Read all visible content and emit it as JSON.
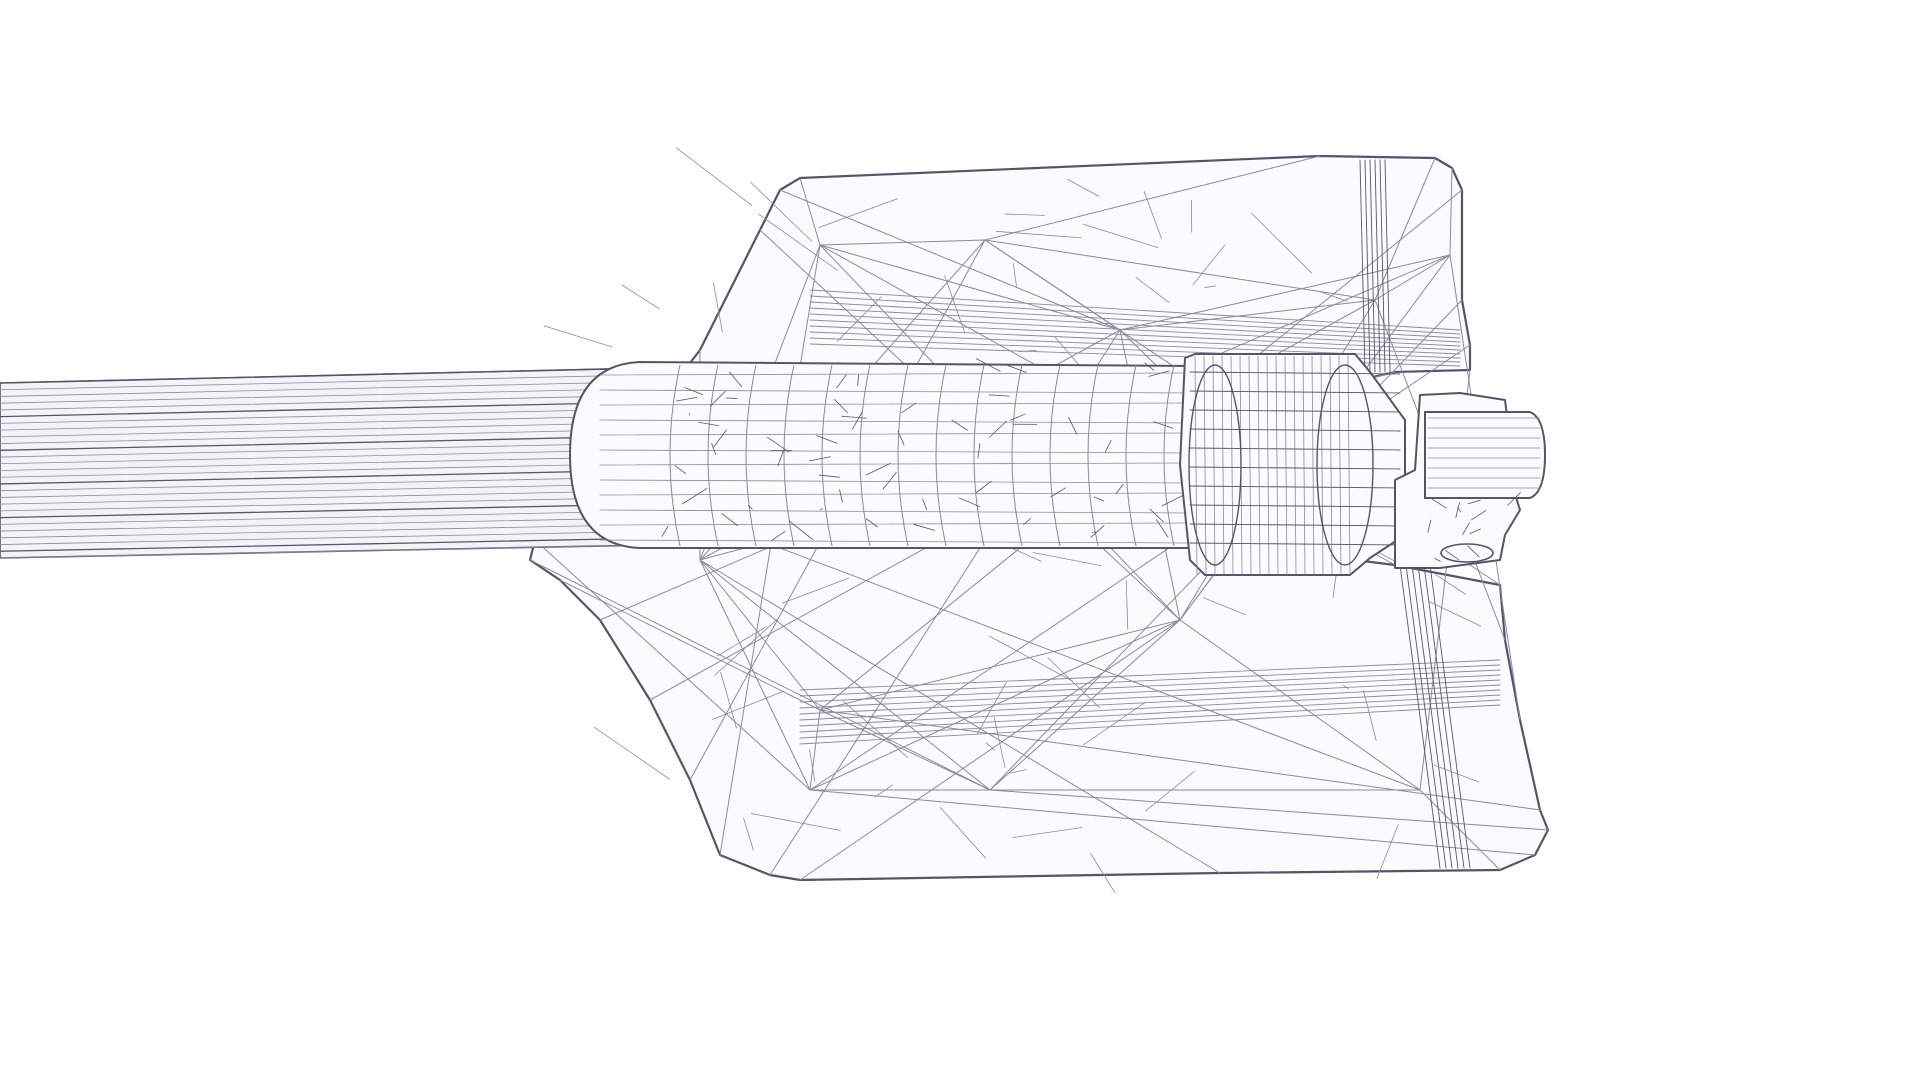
{
  "scene": {
    "description_visible_text": "",
    "render_style": "wireframe",
    "colors": {
      "background": "#ffffff",
      "wire": "#55556a",
      "wire_light": "#8a8a9e",
      "fill": "#fbfbfd",
      "rod_fill": "#f4f4f8"
    },
    "parts": {
      "rod": {
        "name": "rod"
      },
      "blade": {
        "name": "blade"
      },
      "sleeve": {
        "name": "sleeve"
      },
      "collar": {
        "name": "collar"
      },
      "bracket": {
        "name": "bracket"
      }
    }
  }
}
